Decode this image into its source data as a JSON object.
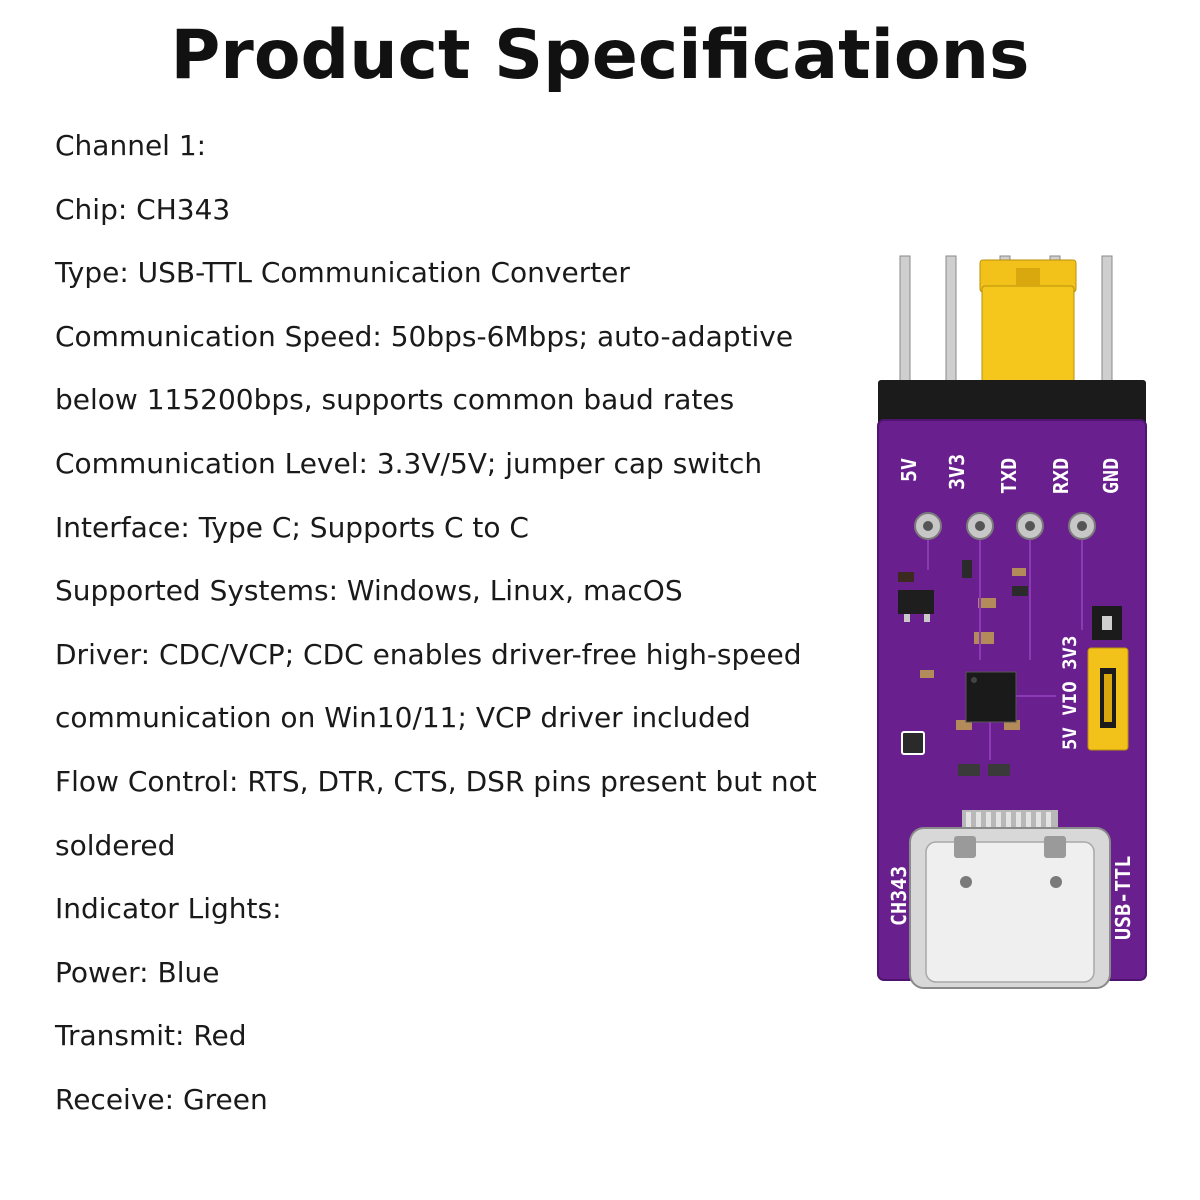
{
  "page": {
    "title": "Product Specifications"
  },
  "specs": [
    "Channel 1:",
    "Chip: CH343",
    "Type: USB-TTL Communication Converter",
    "Communication Speed: 50bps-6Mbps; auto-adaptive",
    "below 115200bps, supports common baud rates",
    "Communication Level: 3.3V/5V; jumper cap switch",
    "Interface: Type C; Supports C to C",
    "Supported Systems: Windows, Linux, macOS",
    "Driver: CDC/VCP; CDC enables driver-free high-speed",
    "communication on Win10/11; VCP driver included",
    "Flow Control: RTS, DTR, CTS, DSR pins present but not",
    "soldered",
    "Indicator Lights:",
    "Power: Blue",
    "Transmit: Red",
    "Receive: Green"
  ],
  "board": {
    "pin_labels": [
      "5V",
      "3V3",
      "TXD",
      "RXD",
      "GND"
    ],
    "jumper_label": "5V VIO 3V3",
    "chip_label": "CH343",
    "product_label": "USB-TTL",
    "colors": {
      "pcb": "#6a1f8f",
      "jumper": "#f2c21a",
      "header": "#1b1b1b",
      "pin": "#c9c9c9",
      "silkscreen": "#ffffff"
    }
  }
}
